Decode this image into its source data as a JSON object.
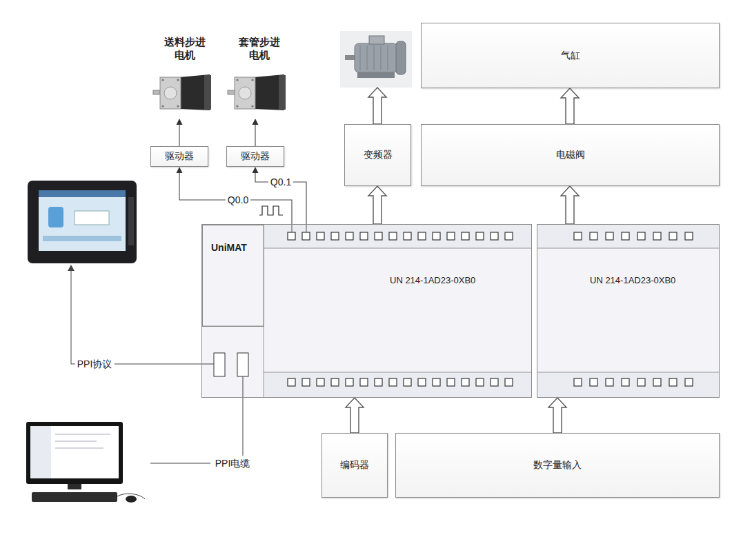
{
  "diagram": {
    "nodes": [
      {
        "text": [
          "送料步进 电机"
        ]
      },
      {
        "text": [
          "套管步进 电机"
        ]
      },
      {
        "text": [
          "驱动器"
        ]
      },
      {
        "text": [
          "驱动器"
        ]
      },
      {
        "text": [
          "气缸"
        ]
      },
      {
        "text": [
          "变频器"
        ]
      },
      {
        "text": [
          "电磁阀"
        ]
      },
      {
        "text": [
          "UN 214-1AD23-0XB0"
        ]
      },
      {
        "text": [
          "UniMAT"
        ],
        "in": 7
      },
      {
        "text": [
          "UN 214-1AD23-0XB0"
        ]
      },
      {
        "text": [
          "编码器"
        ]
      },
      {
        "text": [
          "数字量输入"
        ]
      }
    ],
    "edges": [
      {
        "from": 2,
        "to": 0,
        "arrow": "to"
      },
      {
        "from": 3,
        "to": 1,
        "arrow": "to"
      },
      {
        "from": 7,
        "to": 2,
        "label": "Q0.0",
        "arrow": "to"
      },
      {
        "from": 7,
        "to": 3,
        "label": "Q0.1",
        "arrow": "to"
      },
      {
        "from": 7,
        "to": 5,
        "arrow": "to"
      },
      {
        "from": 9,
        "to": 6,
        "arrow": "to"
      },
      {
        "from": 6,
        "to": 4,
        "arrow": "to"
      },
      {
        "from": 10,
        "to": 7,
        "arrow": "to"
      },
      {
        "from": 11,
        "to": 9,
        "arrow": "to"
      }
    ],
    "labels": [
      "PPI协议",
      "PPI电缆"
    ]
  }
}
